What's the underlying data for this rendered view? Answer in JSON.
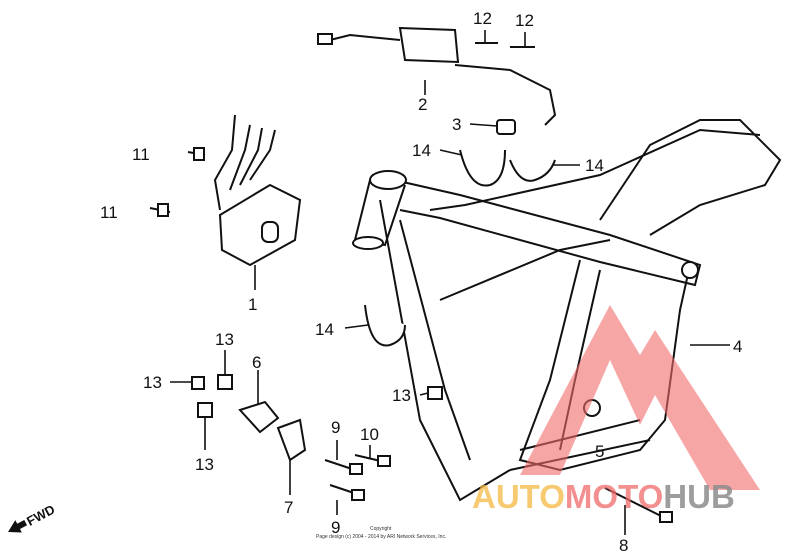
{
  "diagram": {
    "callouts": [
      {
        "id": "c1",
        "label": "1"
      },
      {
        "id": "c2",
        "label": "2"
      },
      {
        "id": "c3",
        "label": "3"
      },
      {
        "id": "c4",
        "label": "4"
      },
      {
        "id": "c5",
        "label": "5"
      },
      {
        "id": "c6",
        "label": "6"
      },
      {
        "id": "c7",
        "label": "7"
      },
      {
        "id": "c8",
        "label": "8"
      },
      {
        "id": "c9a",
        "label": "9"
      },
      {
        "id": "c9b",
        "label": "9"
      },
      {
        "id": "c10",
        "label": "10"
      },
      {
        "id": "c11a",
        "label": "11"
      },
      {
        "id": "c11b",
        "label": "11"
      },
      {
        "id": "c12a",
        "label": "12"
      },
      {
        "id": "c12b",
        "label": "12"
      },
      {
        "id": "c13a",
        "label": "13"
      },
      {
        "id": "c13b",
        "label": "13"
      },
      {
        "id": "c13c",
        "label": "13"
      },
      {
        "id": "c13d",
        "label": "13"
      },
      {
        "id": "c14a",
        "label": "14"
      },
      {
        "id": "c14b",
        "label": "14"
      },
      {
        "id": "c14c",
        "label": "14"
      }
    ],
    "fwd_label": "FWD",
    "copyright_line1": "Copyright",
    "copyright_line2": "Page design (c) 2004 - 2014 by ARI Network Services, Inc."
  },
  "watermark": {
    "part1": "AUTO",
    "part2": "MOTO",
    "part3": "HUB",
    "colors": {
      "auto": "#f5b942",
      "moto": "#f06a6a",
      "hub": "#8c8c8c",
      "logo": "#f26b6b"
    }
  }
}
